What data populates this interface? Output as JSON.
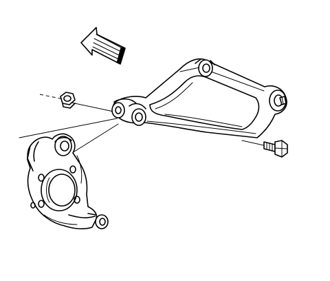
{
  "diagram": {
    "parts": [
      {
        "id": "direction-arrow",
        "icon": "arrow-up-left-icon"
      },
      {
        "id": "nut"
      },
      {
        "id": "steering-knuckle"
      },
      {
        "id": "upper-control-arm"
      },
      {
        "id": "bolt"
      }
    ],
    "line_color": "#000000",
    "background": "#ffffff"
  }
}
